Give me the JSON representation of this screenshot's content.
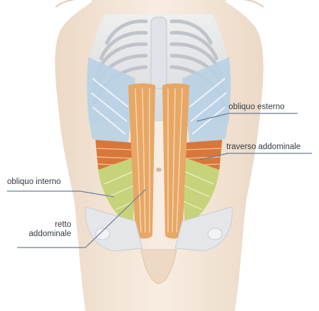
{
  "labels": {
    "obliquo_esterno": "obliquo esterno",
    "traverso_addominale": "traverso addominale",
    "obliquo_interno": "obliquo interno",
    "retto_line1": "retto",
    "retto_line2": "addominale"
  },
  "colors": {
    "skin": "#f6e9dc",
    "skin_shadow": "#ead6c3",
    "bone": "#e4e6e9",
    "bone_shadow": "#c9cdd2",
    "obliquo_esterno": "#b9d2e6",
    "traverso_addominale": "#d9763a",
    "obliquo_interno": "#c7d37a",
    "retto_addominale": "#e7a765",
    "leader_line": "#6a7f95"
  }
}
